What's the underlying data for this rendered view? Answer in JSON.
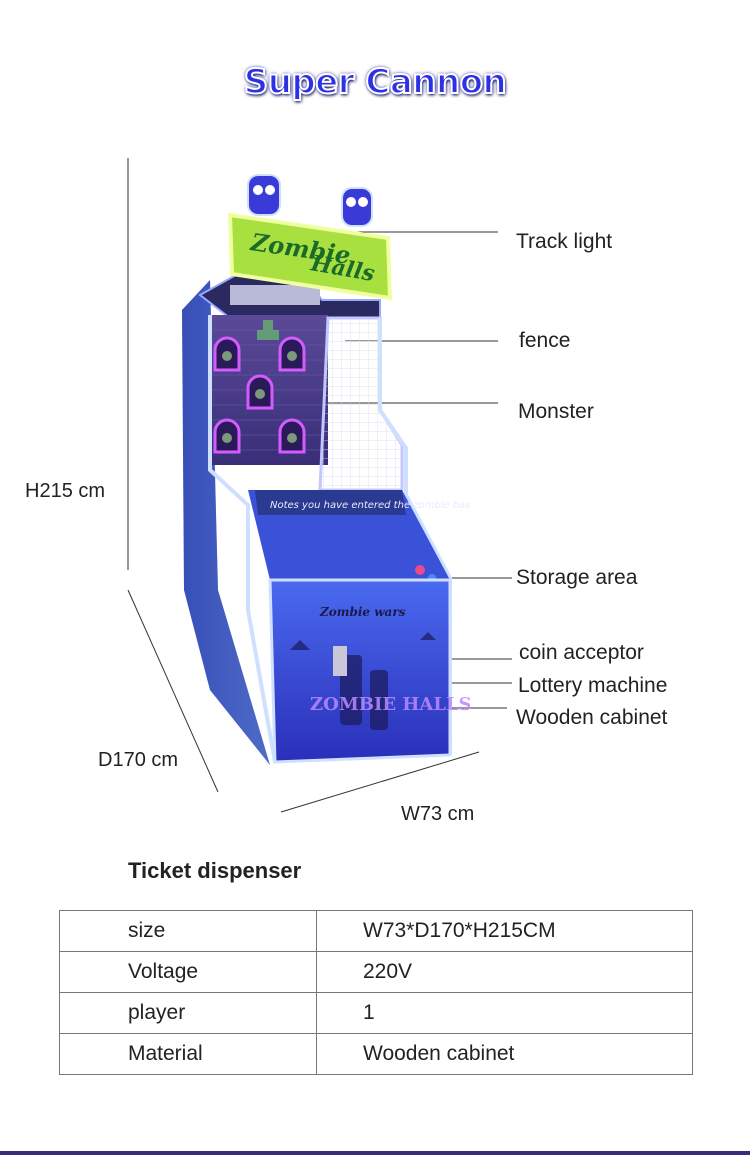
{
  "title": "Super Cannon",
  "dimensions": {
    "height": "H215 cm",
    "depth": "D170 cm",
    "width": "W73 cm"
  },
  "callouts": [
    "Track light",
    "fence",
    "Monster",
    "Storage area",
    "coin acceptor",
    "Lottery machine",
    "Wooden cabinet"
  ],
  "machine": {
    "sign_line1": "Zombie",
    "sign_line2": "Halls",
    "banner": "Notes you have entered the zombie base!",
    "panel_label": "Zombie wars",
    "cabinet_art": "ZOMBIE HALLS",
    "colors": {
      "neon_purple": "#c84bff",
      "cabinet_blue": "#2a3be0",
      "glow": "#6ea8ff",
      "sign_green": "#b6e83a"
    }
  },
  "specs": {
    "heading": "Ticket dispenser",
    "rows": [
      {
        "key": "size",
        "value": "W73*D170*H215CM"
      },
      {
        "key": "Voltage",
        "value": "220V"
      },
      {
        "key": "player",
        "value": "1"
      },
      {
        "key": "Material",
        "value": "Wooden cabinet"
      }
    ]
  }
}
